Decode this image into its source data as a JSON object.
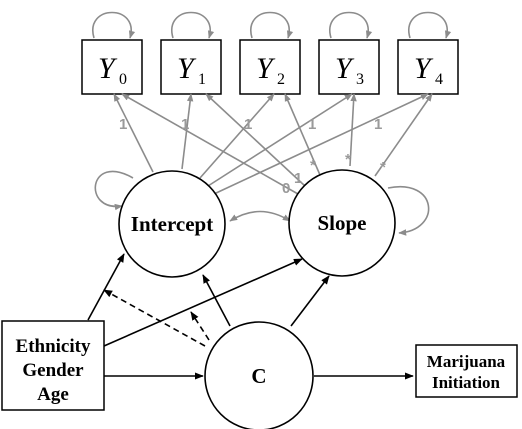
{
  "observed": [
    {
      "base": "Y",
      "sub": "0"
    },
    {
      "base": "Y",
      "sub": "1"
    },
    {
      "base": "Y",
      "sub": "2"
    },
    {
      "base": "Y",
      "sub": "3"
    },
    {
      "base": "Y",
      "sub": "4"
    }
  ],
  "latent": {
    "intercept": "Intercept",
    "slope": "Slope",
    "class": "C"
  },
  "covariates": [
    "Ethnicity",
    "Gender",
    "Age"
  ],
  "outcome": [
    "Marijuana",
    "Initiation"
  ],
  "loadings": {
    "intercept": [
      "1",
      "1",
      "1",
      "1",
      "1"
    ],
    "slope": [
      "0",
      "1",
      "*",
      "*",
      "*"
    ]
  },
  "colors": {
    "measurement_paths": "#8c8c8c",
    "loading_labels": "#9a9a9a",
    "structural_paths": "#000000"
  }
}
